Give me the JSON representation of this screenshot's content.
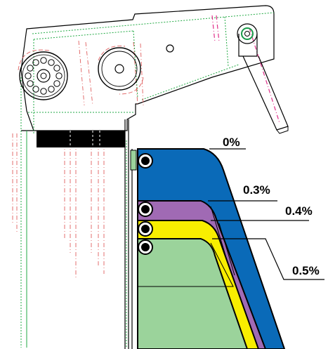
{
  "labels": {
    "p0": "0%",
    "p1": "0.3%",
    "p2": "0.4%",
    "p3": "0.5%"
  },
  "colors": {
    "layer_0": "#0a6ab8",
    "layer_0_3": "#a06ab4",
    "layer_0_4": "#f8ee00",
    "layer_0_5": "#9bd39b",
    "frame_dotted": "#22aa44",
    "centerline": "#e06060",
    "indicator": "#e0308a"
  },
  "icons": [
    "pulley-left-icon",
    "pulley-middle-icon",
    "small-hole-icon",
    "arm-pivot-icon",
    "roller-icon"
  ]
}
